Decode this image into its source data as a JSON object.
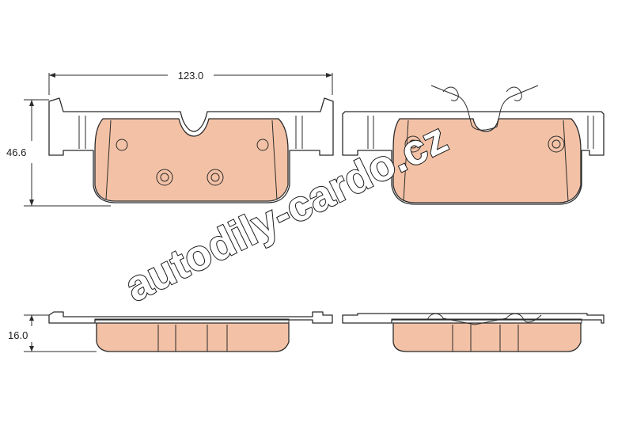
{
  "dimensions": {
    "width": "123.0",
    "height": "46.6",
    "thickness": "16.0"
  },
  "watermark": "autodily-cardo.cz",
  "colors": {
    "lining": "#f3c2a6",
    "stroke": "#2b2b2b",
    "background": "#ffffff"
  }
}
